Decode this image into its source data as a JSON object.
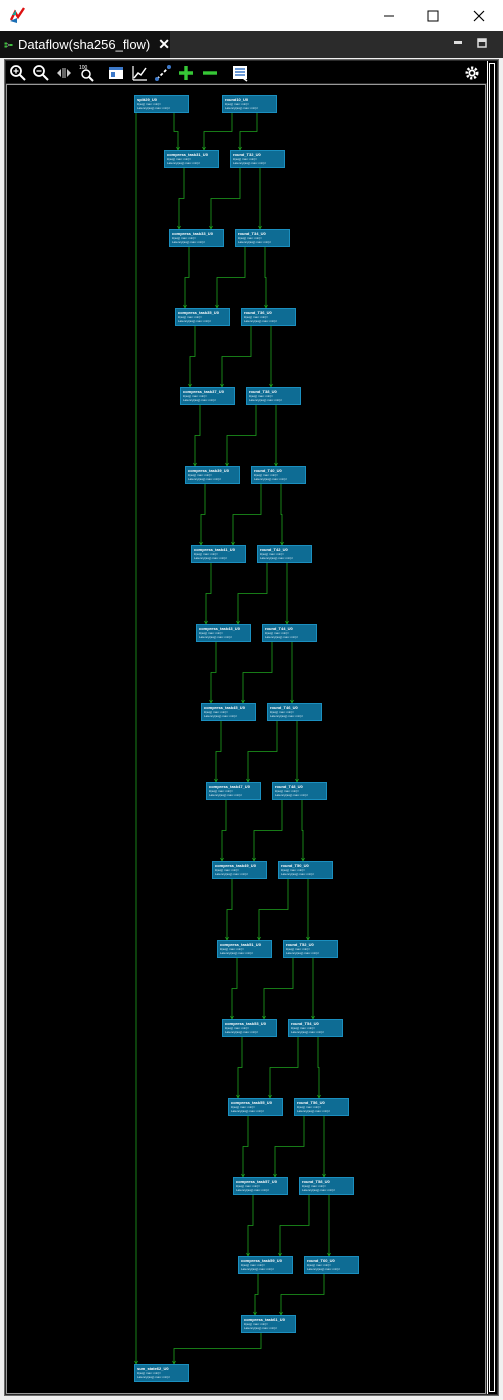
{
  "window": {
    "title": ""
  },
  "tab": {
    "label": "Dataflow(sha256_flow)",
    "close": "✕"
  },
  "toolbar": {
    "buttons": [
      {
        "icon": "zoom-in-icon"
      },
      {
        "icon": "zoom-out-icon"
      },
      {
        "icon": "fit-width-icon"
      },
      {
        "icon": "zoom-fit-icon"
      },
      {
        "icon": "layout-icon"
      },
      {
        "icon": "chart-icon"
      },
      {
        "icon": "route-icon"
      },
      {
        "icon": "expand-icon"
      },
      {
        "icon": "collapse-icon"
      },
      {
        "icon": "list-icon"
      }
    ],
    "settings_icon": "gear-icon"
  },
  "colors": {
    "node_fill": "#0e6c94",
    "edge": "#1fa31f",
    "canvas": "#000000"
  },
  "graph": {
    "nodes": [
      {
        "title": "split29_U0",
        "line1": "ii(avg) max: min)=",
        "line2": "Latency(avg) max: min)="
      },
      {
        "title": "round10_U0",
        "line1": "ii(avg) max: min)=",
        "line2": "Latency(avg) max: min)="
      },
      {
        "title": "compress_task31_U0",
        "line1": "ii(avg) max: min)=",
        "line2": "Latency(avg) max: min)="
      },
      {
        "title": "round_T32_U0",
        "line1": "ii(avg) max: min)=",
        "line2": "Latency(avg) max: min)="
      },
      {
        "title": "compress_task33_U0",
        "line1": "ii(avg) max: min)=",
        "line2": "Latency(avg) max: min)="
      },
      {
        "title": "round_T34_U0",
        "line1": "ii(avg) max: min)=",
        "line2": "Latency(avg) max: min)="
      },
      {
        "title": "compress_task35_U0",
        "line1": "ii(avg) max: min)=",
        "line2": "Latency(avg) max: min)="
      },
      {
        "title": "round_T36_U0",
        "line1": "ii(avg) max: min)=",
        "line2": "Latency(avg) max: min)="
      },
      {
        "title": "compress_task37_U0",
        "line1": "ii(avg) max: min)=",
        "line2": "Latency(avg) max: min)="
      },
      {
        "title": "round_T38_U0",
        "line1": "ii(avg) max: min)=",
        "line2": "Latency(avg) max: min)="
      },
      {
        "title": "compress_task39_U0",
        "line1": "ii(avg) max: min)=",
        "line2": "Latency(avg) max: min)="
      },
      {
        "title": "round_T40_U0",
        "line1": "ii(avg) max: min)=",
        "line2": "Latency(avg) max: min)="
      },
      {
        "title": "compress_task41_U0",
        "line1": "ii(avg) max: min)=",
        "line2": "Latency(avg) max: min)="
      },
      {
        "title": "round_T42_U0",
        "line1": "ii(avg) max: min)=",
        "line2": "Latency(avg) max: min)="
      },
      {
        "title": "compress_task43_U0",
        "line1": "ii(avg) max: min)=",
        "line2": "Latency(avg) max: min)="
      },
      {
        "title": "round_T44_U0",
        "line1": "ii(avg) max: min)=",
        "line2": "Latency(avg) max: min)="
      },
      {
        "title": "compress_task45_U0",
        "line1": "ii(avg) max: min)=",
        "line2": "Latency(avg) max: min)="
      },
      {
        "title": "round_T46_U0",
        "line1": "ii(avg) max: min)=",
        "line2": "Latency(avg) max: min)="
      },
      {
        "title": "compress_task47_U0",
        "line1": "ii(avg) max: min)=",
        "line2": "Latency(avg) max: min)="
      },
      {
        "title": "round_T48_U0",
        "line1": "ii(avg) max: min)=",
        "line2": "Latency(avg) max: min)="
      },
      {
        "title": "compress_task49_U0",
        "line1": "ii(avg) max: min)=",
        "line2": "Latency(avg) max: min)="
      },
      {
        "title": "round_T50_U0",
        "line1": "ii(avg) max: min)=",
        "line2": "Latency(avg) max: min)="
      },
      {
        "title": "compress_task51_U0",
        "line1": "ii(avg) max: min)=",
        "line2": "Latency(avg) max: min)="
      },
      {
        "title": "round_T52_U0",
        "line1": "ii(avg) max: min)=",
        "line2": "Latency(avg) max: min)="
      },
      {
        "title": "compress_task53_U0",
        "line1": "ii(avg) max: min)=",
        "line2": "Latency(avg) max: min)="
      },
      {
        "title": "round_T54_U0",
        "line1": "ii(avg) max: min)=",
        "line2": "Latency(avg) max: min)="
      },
      {
        "title": "compress_task55_U0",
        "line1": "ii(avg) max: min)=",
        "line2": "Latency(avg) max: min)="
      },
      {
        "title": "round_T56_U0",
        "line1": "ii(avg) max: min)=",
        "line2": "Latency(avg) max: min)="
      },
      {
        "title": "compress_task57_U0",
        "line1": "ii(avg) max: min)=",
        "line2": "Latency(avg) max: min)="
      },
      {
        "title": "round_T58_U0",
        "line1": "ii(avg) max: min)=",
        "line2": "Latency(avg) max: min)="
      },
      {
        "title": "compress_task59_U0",
        "line1": "ii(avg) max: min)=",
        "line2": "Latency(avg) max: min)="
      },
      {
        "title": "round_T60_U0",
        "line1": "ii(avg) max: min)=",
        "line2": "Latency(avg) max: min)="
      },
      {
        "title": "compress_task61_U0",
        "line1": "ii(avg) max: min)=",
        "line2": "Latency(avg) max: min)="
      },
      {
        "title": "sum_state62_U0",
        "line1": "ii(avg) max: min)=",
        "line2": "Latency(avg) max: min)="
      }
    ]
  }
}
